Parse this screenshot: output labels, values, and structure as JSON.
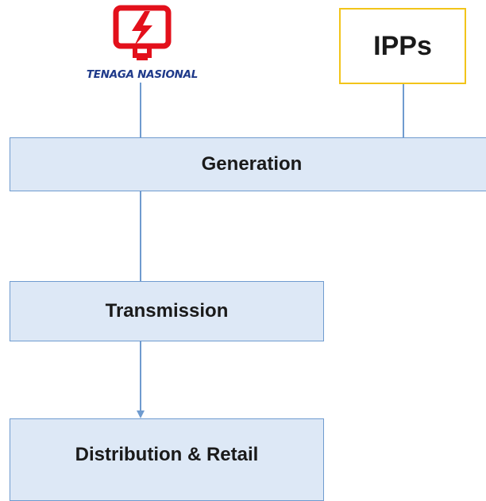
{
  "logo": {
    "name": "TENAGA NASIONAL",
    "icon": "tnb-logo-icon",
    "colors": {
      "mark": "#e3101b",
      "text": "#1f3a8a"
    }
  },
  "nodes": {
    "ipps": "IPPs",
    "generation": "Generation",
    "transmission": "Transmission",
    "distribution": "Distribution & Retail"
  },
  "colors": {
    "stage_fill": "#dde8f6",
    "stage_border": "#6f9bcf",
    "ipps_border": "#f2c419",
    "connector": "#6f9bcf"
  },
  "edges": [
    {
      "from": "logo",
      "to": "generation"
    },
    {
      "from": "ipps",
      "to": "generation"
    },
    {
      "from": "generation",
      "to": "transmission"
    },
    {
      "from": "transmission",
      "to": "distribution",
      "arrow": true
    }
  ]
}
